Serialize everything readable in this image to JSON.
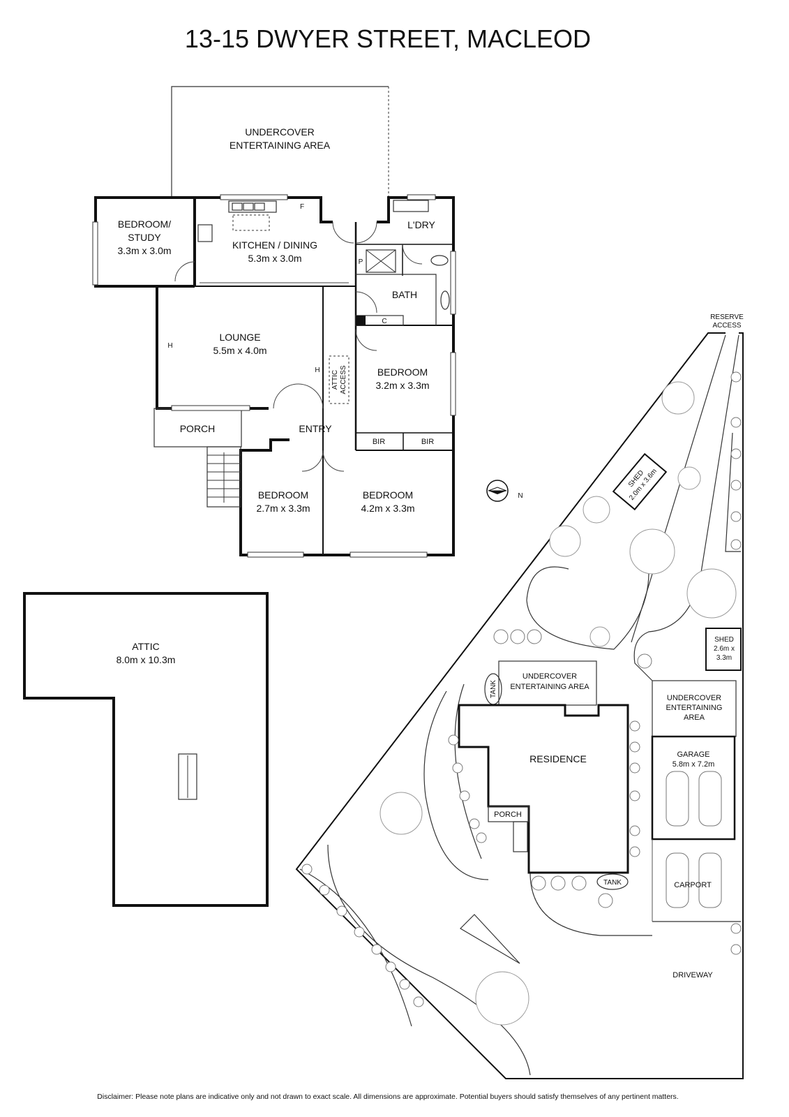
{
  "title": "13-15 DWYER STREET, MACLEOD",
  "floor_plan": {
    "undercover": [
      "UNDERCOVER",
      "ENTERTAINING AREA"
    ],
    "bedroom_study": {
      "name1": "BEDROOM/",
      "name2": "STUDY",
      "dims": "3.3m x 3.0m"
    },
    "kitchen": {
      "name": "KITCHEN / DINING",
      "dims": "5.3m x 3.0m",
      "fridge": "F"
    },
    "laundry": "L'DRY",
    "pantry": "P",
    "bath": "BATH",
    "cupboard": "C",
    "lounge": {
      "name": "LOUNGE",
      "dims": "5.5m x 4.0m",
      "heater": "H"
    },
    "attic_access": [
      "ATTIC",
      "ACCESS"
    ],
    "bedroom_right": {
      "name": "BEDROOM",
      "dims": "3.2m x 3.3m"
    },
    "bir1": "BIR",
    "bir2": "BIR",
    "porch": "PORCH",
    "entry": "ENTRY",
    "bedroom_small": {
      "name": "BEDROOM",
      "dims": "2.7m x 3.3m"
    },
    "bedroom_large": {
      "name": "BEDROOM",
      "dims": "4.2m x 3.3m"
    }
  },
  "attic": {
    "name": "ATTIC",
    "dims": "8.0m x 10.3m"
  },
  "compass": {
    "label": "N"
  },
  "site_plan": {
    "reserve_access": [
      "RESERVE",
      "ACCESS"
    ],
    "shed_small": {
      "name": "SHED",
      "dims": "2.0m x 3.6m"
    },
    "shed_large": [
      "SHED",
      "2.6m x",
      "3.3m"
    ],
    "undercover_1": [
      "UNDERCOVER",
      "ENTERTAINING AREA"
    ],
    "tank_1": "TANK",
    "undercover_2": [
      "UNDERCOVER",
      "ENTERTAINING",
      "AREA"
    ],
    "residence": "RESIDENCE",
    "porch": "PORCH",
    "garage": {
      "name": "GARAGE",
      "dims": "5.8m x 7.2m"
    },
    "carport": "CARPORT",
    "tank_2": "TANK",
    "driveway": "DRIVEWAY"
  },
  "disclaimer": "Disclaimer: Please note plans are indicative only and not drawn to exact scale. All dimensions are approximate. Potential buyers should satisfy themselves of any pertinent matters."
}
